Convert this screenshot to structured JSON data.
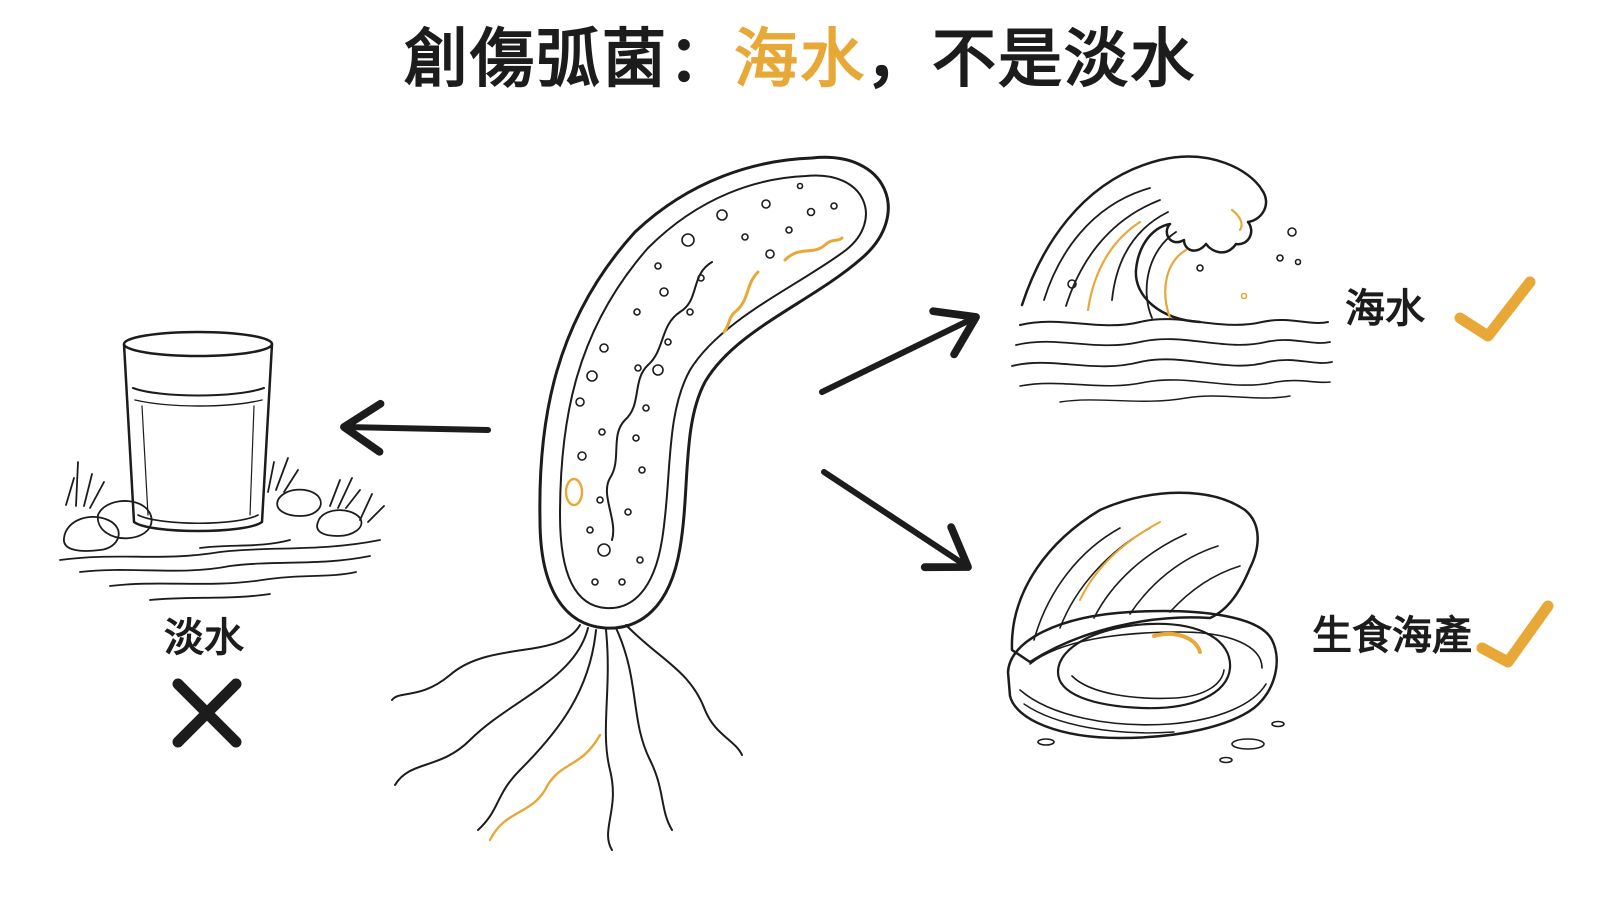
{
  "title": {
    "part1": "創傷弧菌：",
    "accent": "海水",
    "part2": "，不是淡水"
  },
  "labels": {
    "freshwater": "淡水",
    "seawater": "海水",
    "raw_seafood": "生食海產"
  },
  "marks": {
    "freshwater": "cross-icon",
    "seawater": "check-icon",
    "raw_seafood": "check-icon"
  },
  "colors": {
    "ink": "#1c1c1c",
    "accent": "#e8a838"
  }
}
